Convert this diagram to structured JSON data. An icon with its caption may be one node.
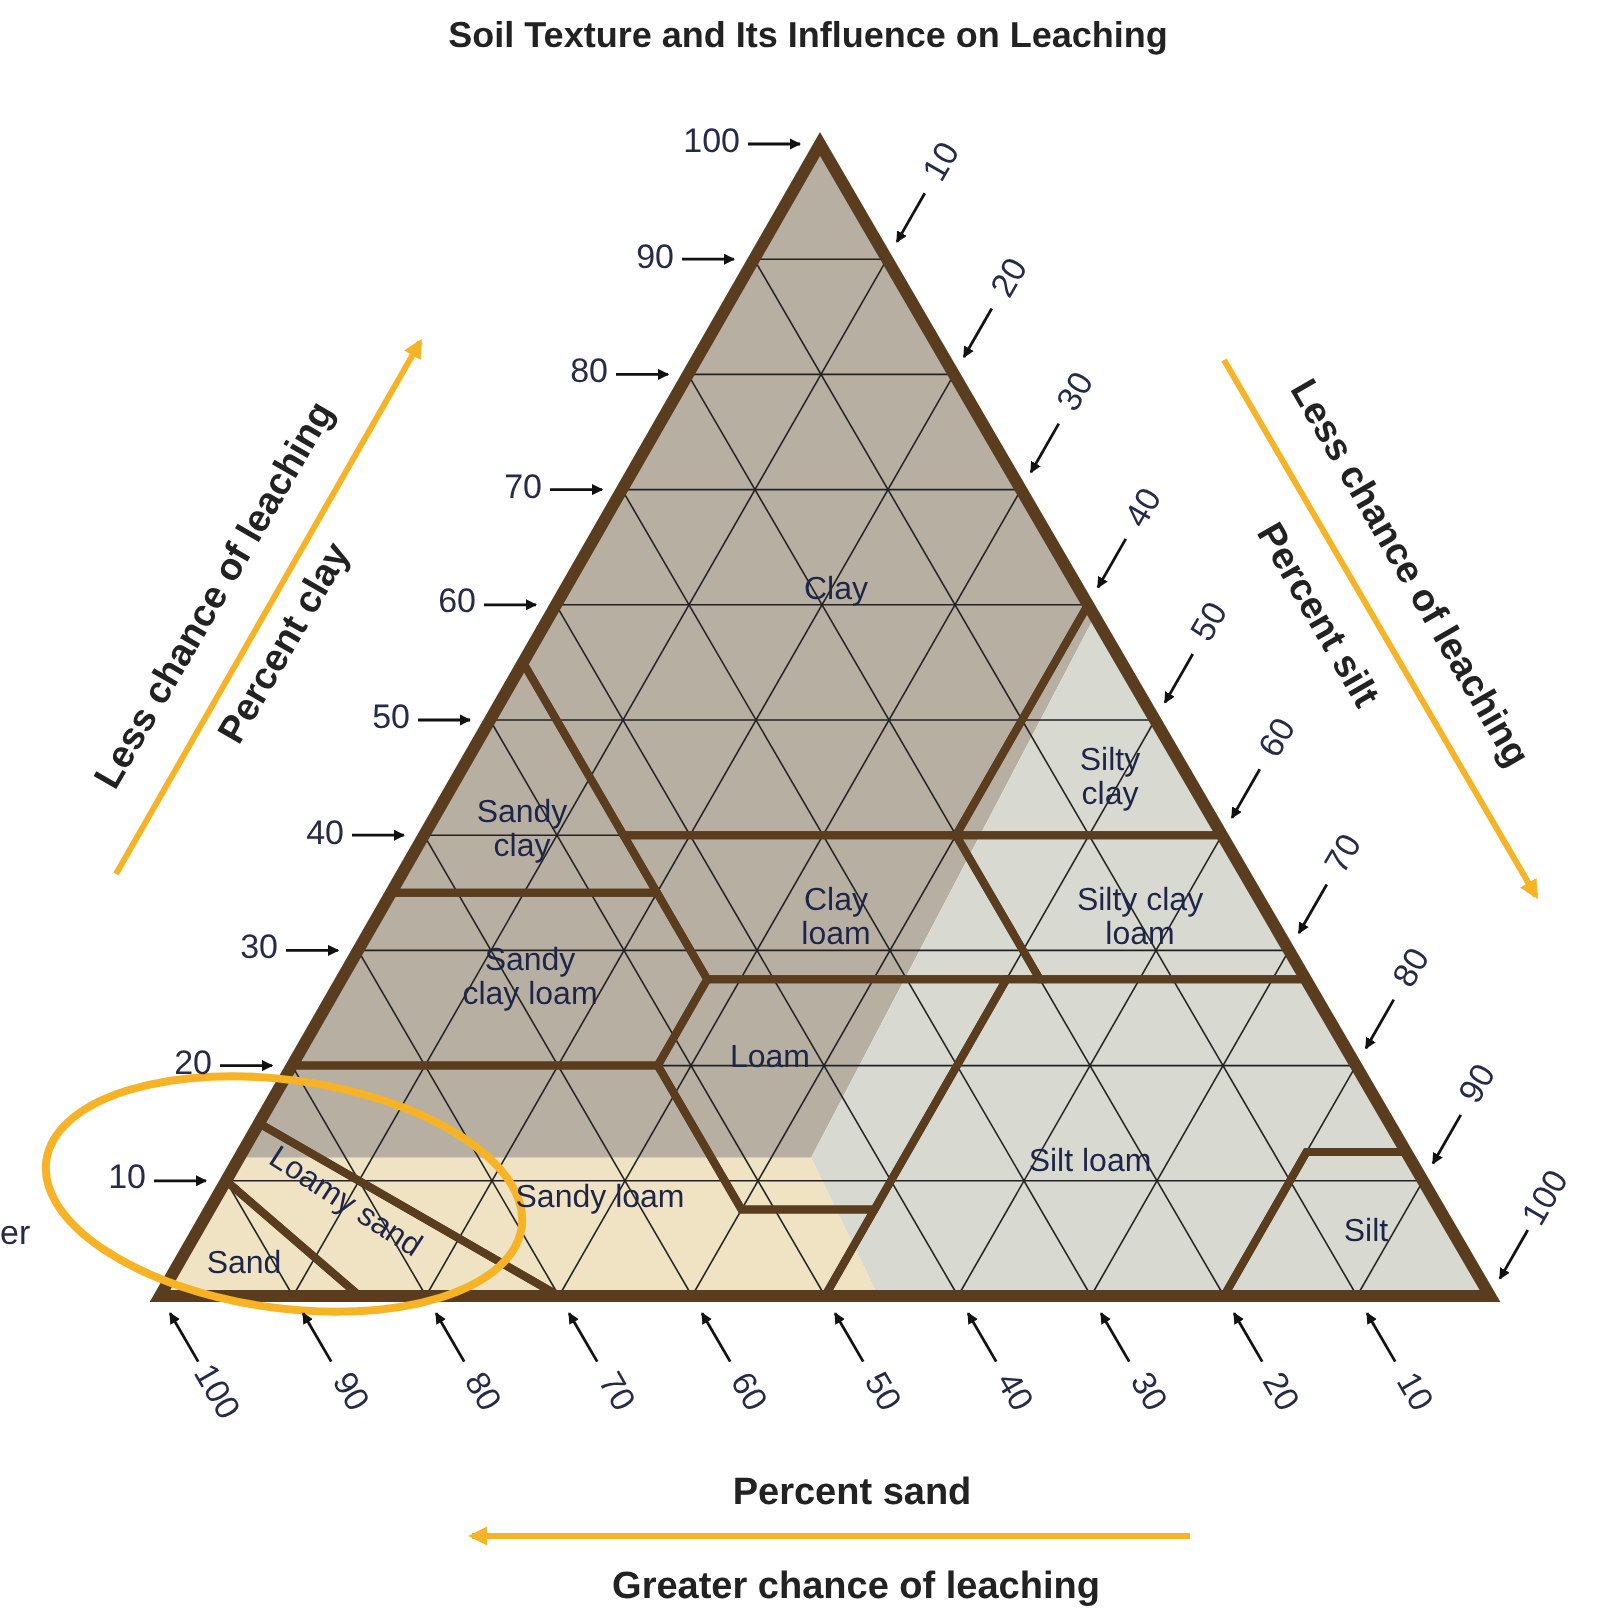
{
  "diagram": {
    "title": "Soil Texture and Its Influence on Leaching",
    "labels": [
      "100",
      "90",
      "80",
      "70",
      "60",
      "50",
      "40",
      "30",
      "20",
      "10",
      "10",
      "20",
      "30",
      "40",
      "50",
      "60",
      "70",
      "80",
      "90",
      "100",
      "100",
      "90",
      "80",
      "70",
      "60",
      "50",
      "40",
      "30",
      "20",
      "10",
      "Less chance of leaching",
      "Percent clay",
      "Less chance of leaching",
      "Percent silt",
      "Percent sand",
      "Greater chance of leaching",
      "Clay",
      "Sandy clay",
      "Sandy clay loam",
      "Clay loam",
      "Loam",
      "Silty clay",
      "Silty clay loam",
      "Silt loam",
      "Silt",
      "Sandy loam",
      "Loamy sand",
      "Sand",
      "er"
    ]
  }
}
